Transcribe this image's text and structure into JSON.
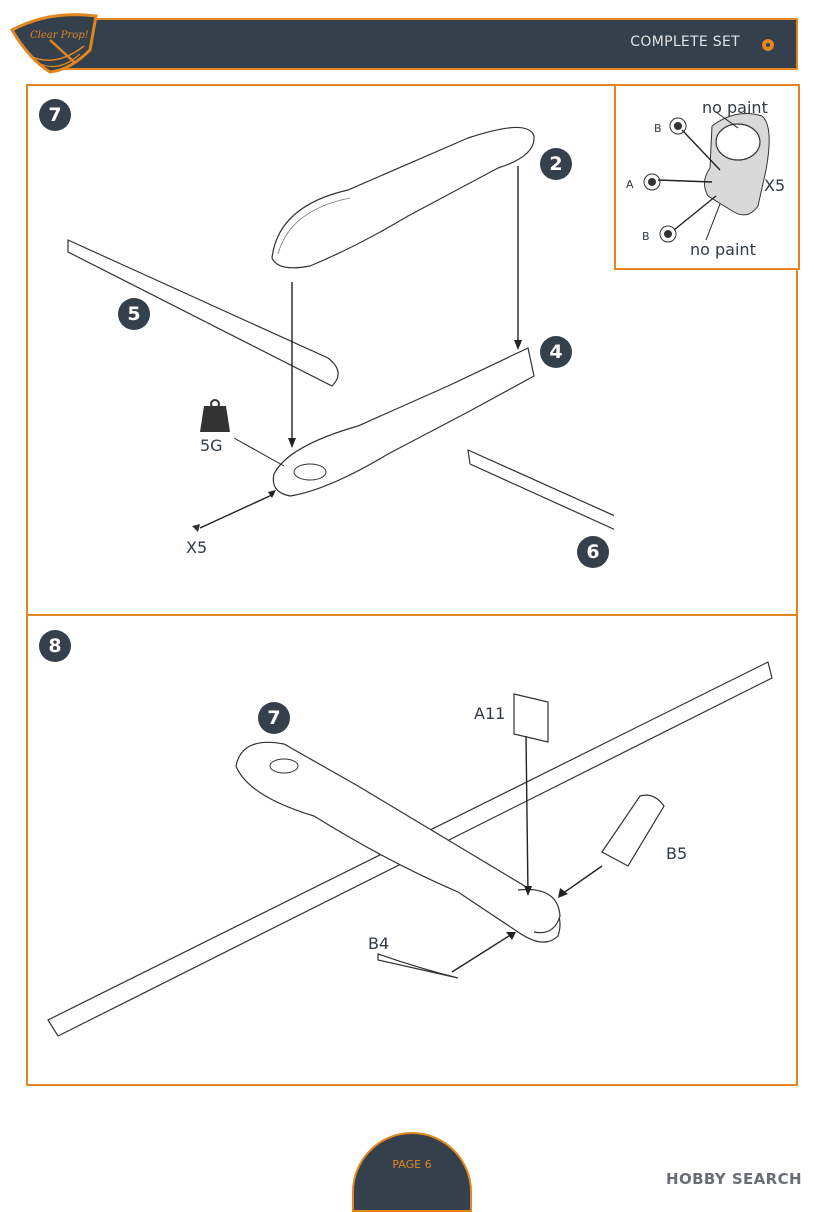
{
  "header": {
    "title": "COMPLETE SET",
    "logo_text": "Clear Prop!"
  },
  "step7": {
    "number": "7",
    "callouts": [
      "2",
      "4",
      "5",
      "6"
    ],
    "weight_label": "5G",
    "part_label": "X5",
    "inset": {
      "top_note": "no paint",
      "bottom_note": "no paint",
      "part": "X5",
      "pin_a": "A",
      "pin_b_top": "B",
      "pin_b_bottom": "B"
    }
  },
  "step8": {
    "number": "8",
    "callout": "7",
    "labels": {
      "a11": "A11",
      "b5": "B5",
      "b4": "B4"
    }
  },
  "footer": {
    "page": "PAGE 6"
  },
  "watermark": "HOBBY SEARCH",
  "colors": {
    "accent": "#e3861f",
    "dark": "#34404b"
  }
}
